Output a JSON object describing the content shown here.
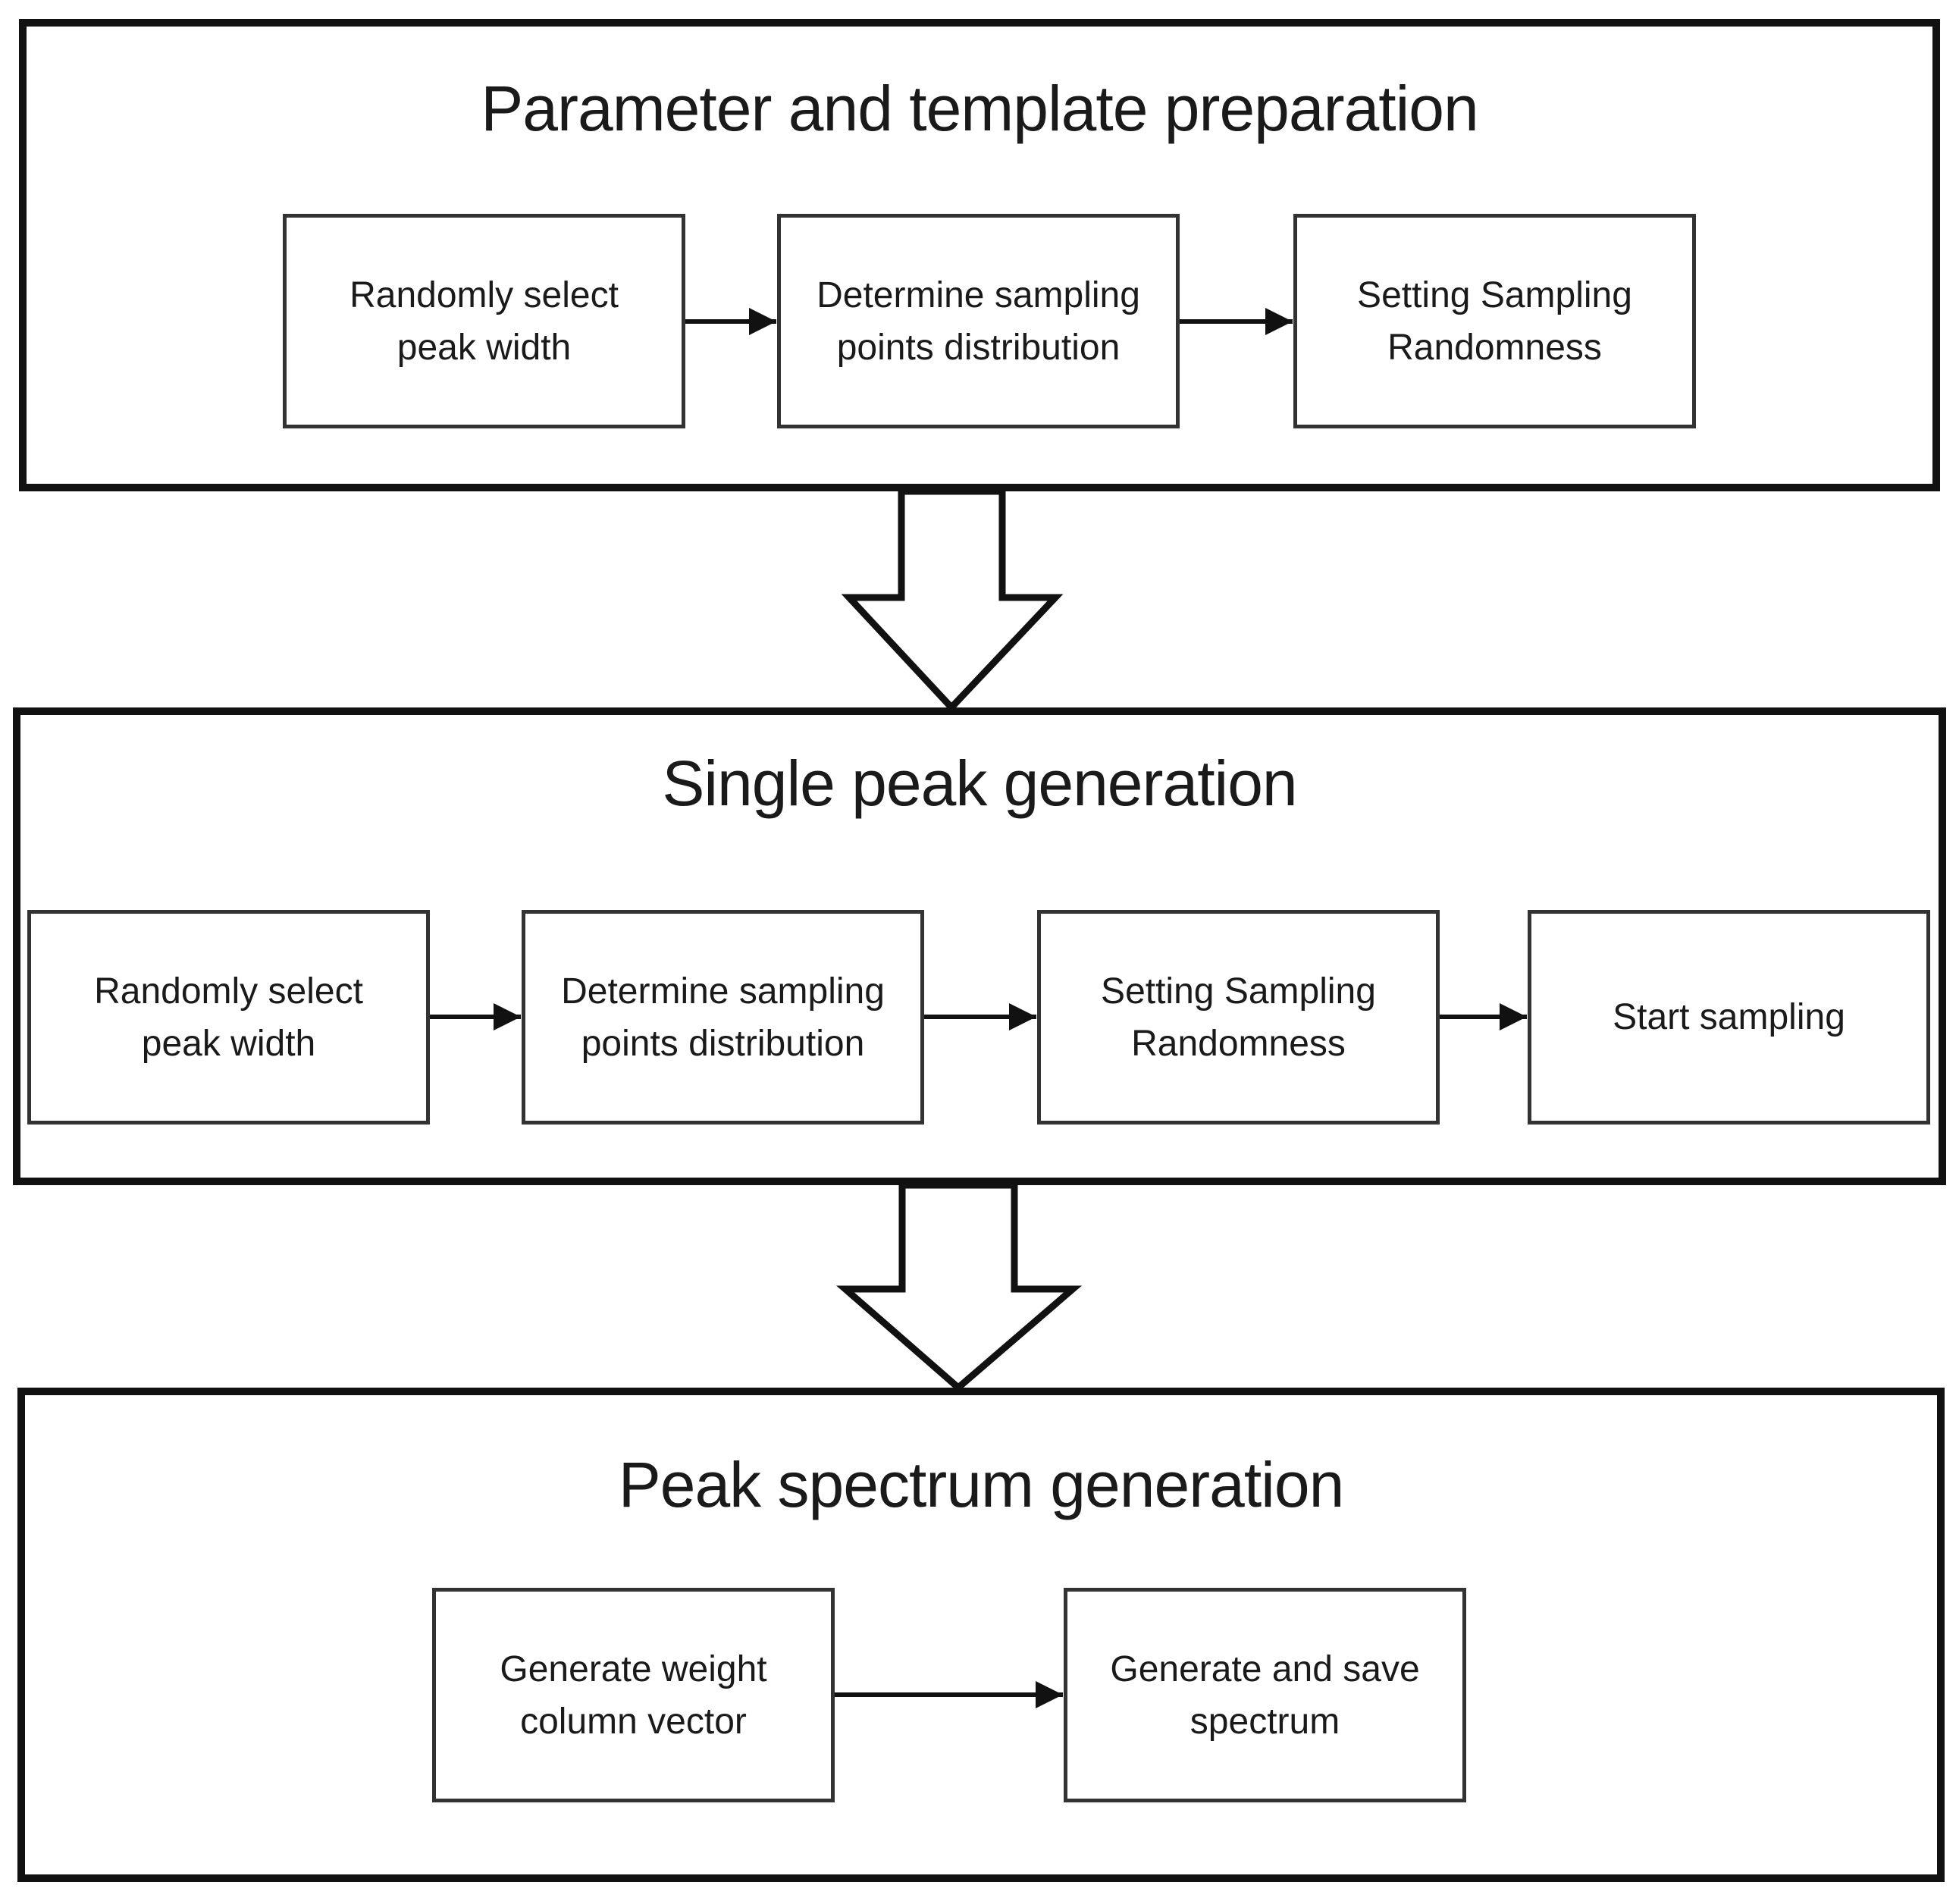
{
  "stages": [
    {
      "title": "Parameter and template preparation",
      "steps": [
        {
          "label": "Randomly select\npeak width"
        },
        {
          "label": "Determine sampling\npoints distribution"
        },
        {
          "label": "Setting Sampling\nRandomness"
        }
      ]
    },
    {
      "title": "Single peak generation",
      "steps": [
        {
          "label": "Randomly select\npeak width"
        },
        {
          "label": "Determine sampling\npoints distribution"
        },
        {
          "label": "Setting Sampling\nRandomness"
        },
        {
          "label": "Start sampling"
        }
      ]
    },
    {
      "title": "Peak spectrum generation",
      "steps": [
        {
          "label": "Generate weight\ncolumn vector"
        },
        {
          "label": "Generate and save\nspectrum"
        }
      ]
    }
  ]
}
